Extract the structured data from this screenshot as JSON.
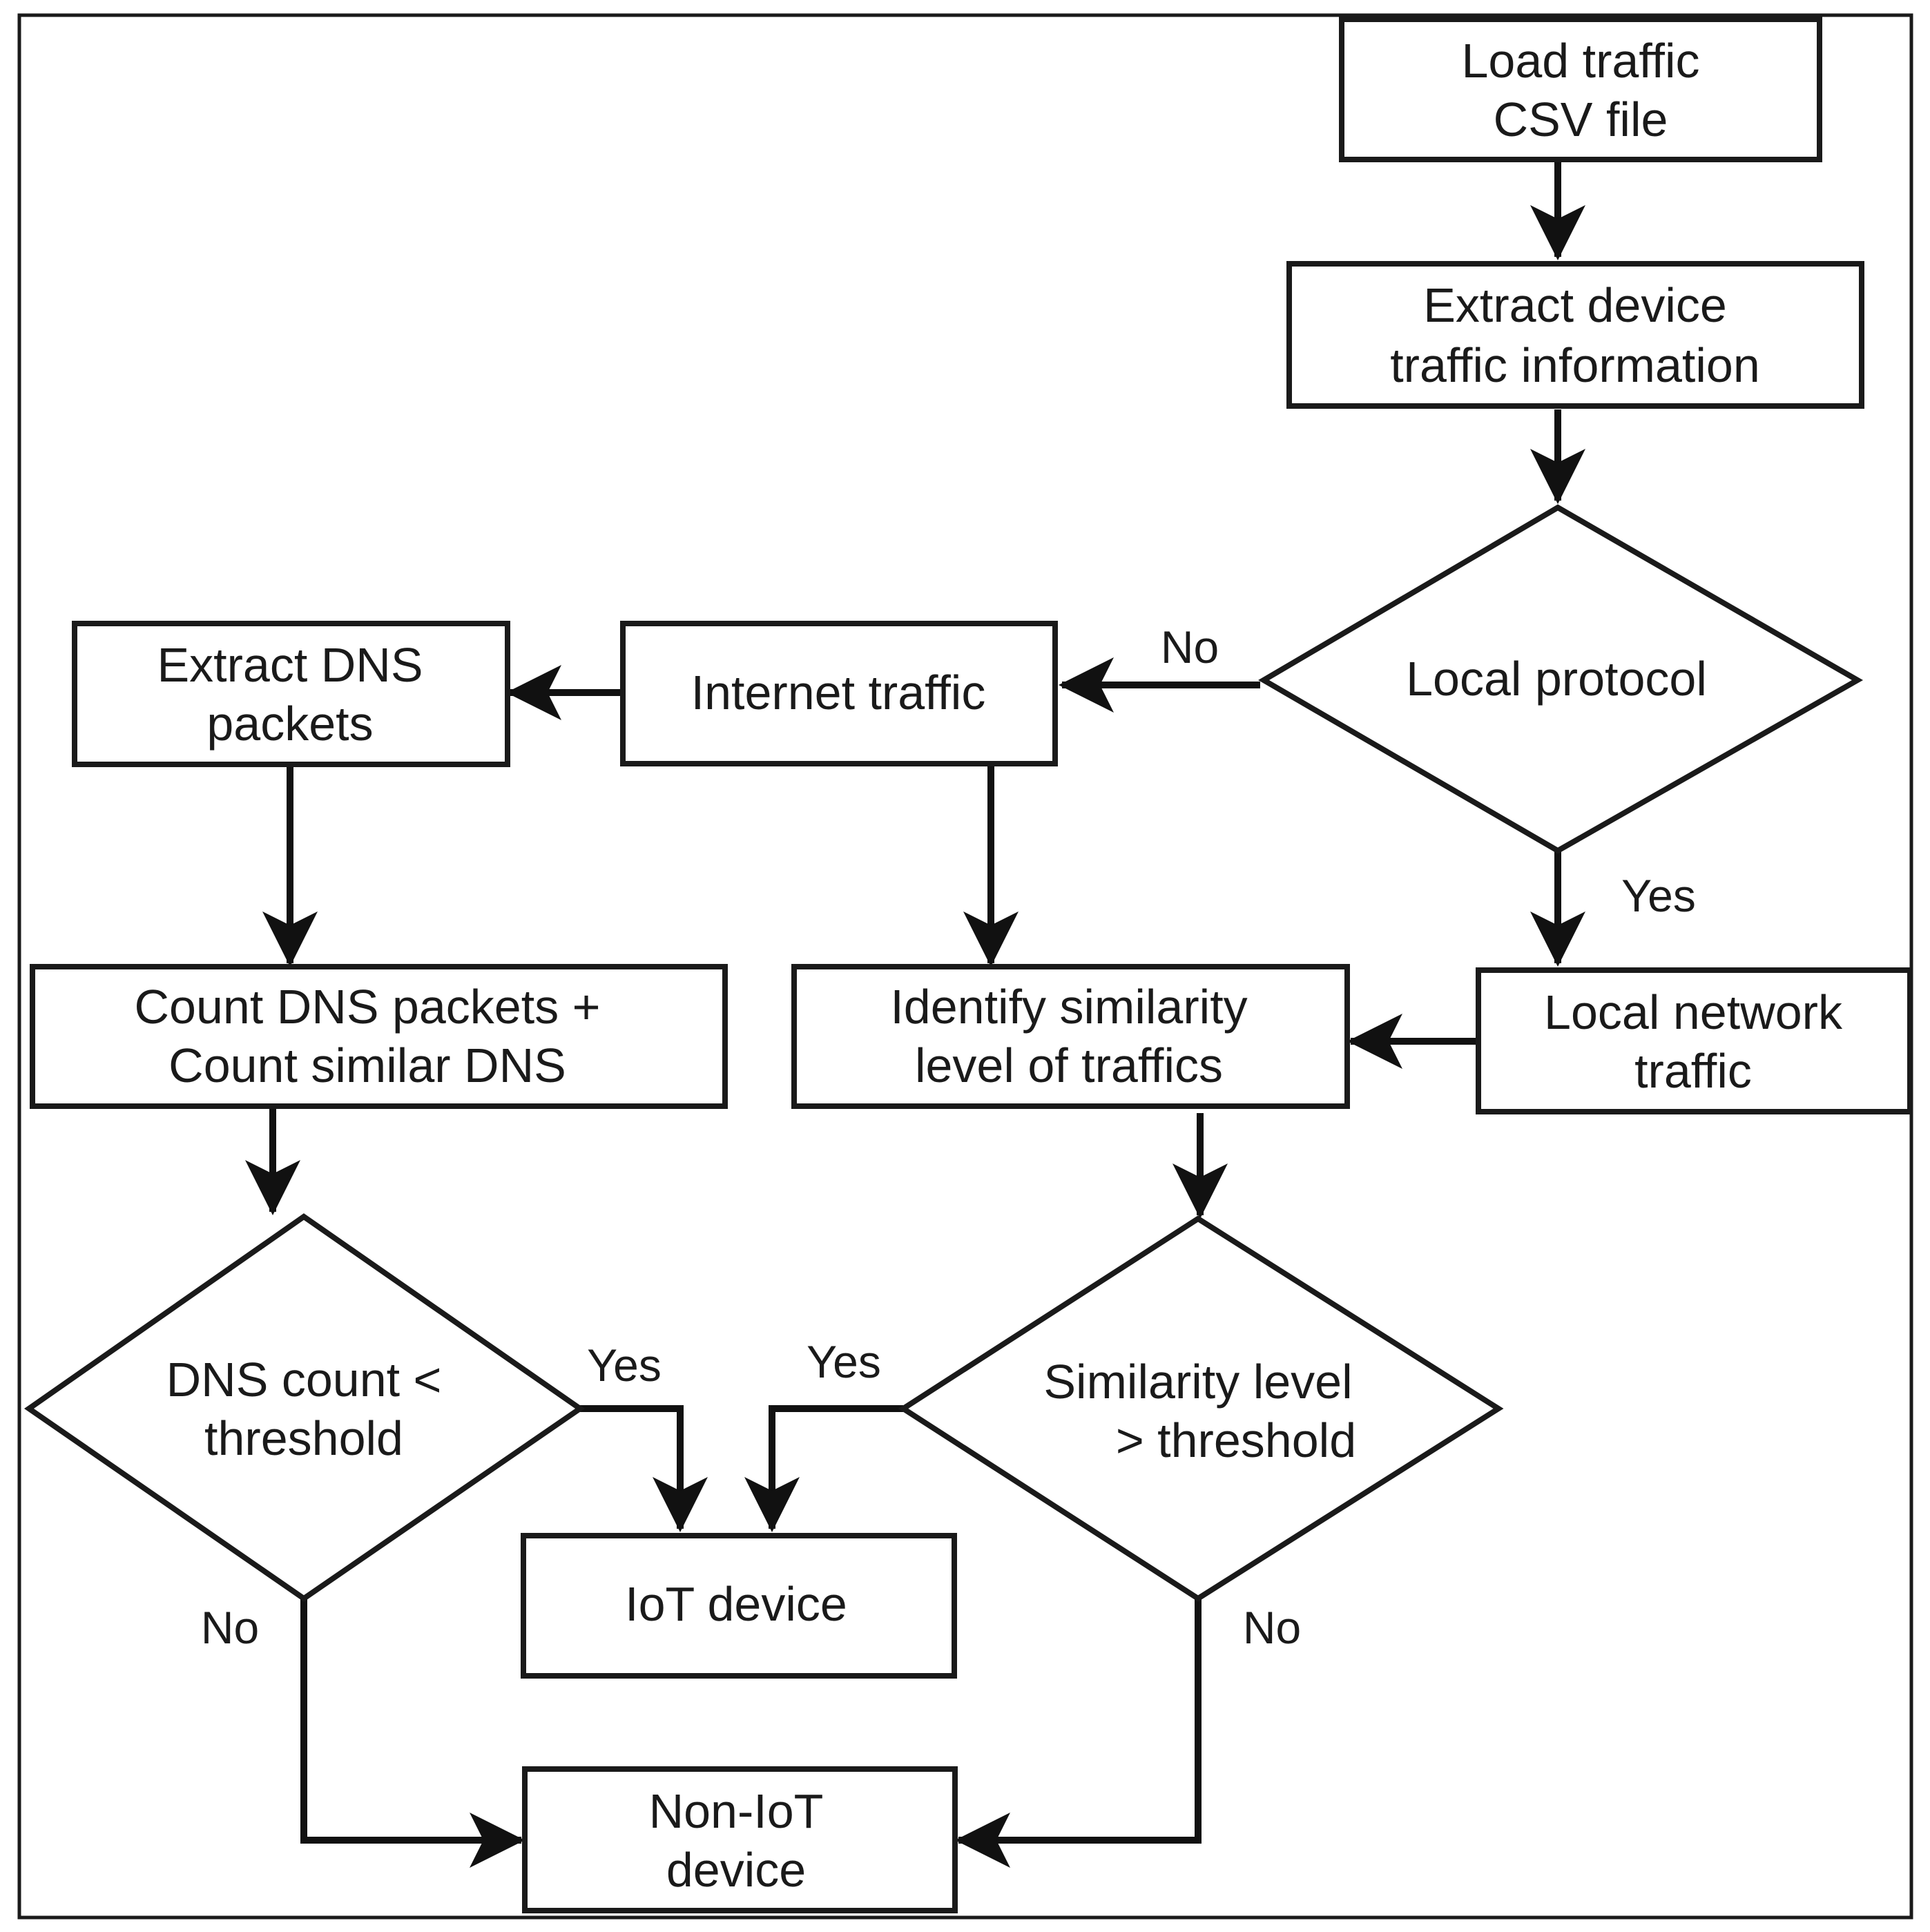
{
  "diagram": {
    "nodes": {
      "load_csv": {
        "lines": [
          "Load traffic",
          "CSV file"
        ]
      },
      "extract_info": {
        "lines": [
          "Extract device",
          "traffic information"
        ]
      },
      "local_protocol": {
        "lines": [
          "Local protocol"
        ]
      },
      "internet_traffic": {
        "lines": [
          "Internet traffic"
        ]
      },
      "extract_dns": {
        "lines": [
          "Extract DNS",
          "packets"
        ]
      },
      "count_dns": {
        "lines": [
          "Count DNS packets +",
          "Count similar DNS"
        ]
      },
      "identify_similarity": {
        "lines": [
          "Identify similarity",
          "level of traffics"
        ]
      },
      "local_network": {
        "lines": [
          "Local network",
          "traffic"
        ]
      },
      "dns_threshold": {
        "lines": [
          "DNS count <",
          "threshold"
        ]
      },
      "similarity_threshold": {
        "lines": [
          "Similarity level",
          "> threshold"
        ]
      },
      "iot_device": {
        "lines": [
          "IoT device"
        ]
      },
      "non_iot_device": {
        "lines": [
          "Non-IoT",
          "device"
        ]
      }
    },
    "edge_labels": {
      "protocol_no": "No",
      "protocol_yes": "Yes",
      "dns_yes": "Yes",
      "dns_no": "No",
      "similarity_yes": "Yes",
      "similarity_no": "No"
    }
  }
}
